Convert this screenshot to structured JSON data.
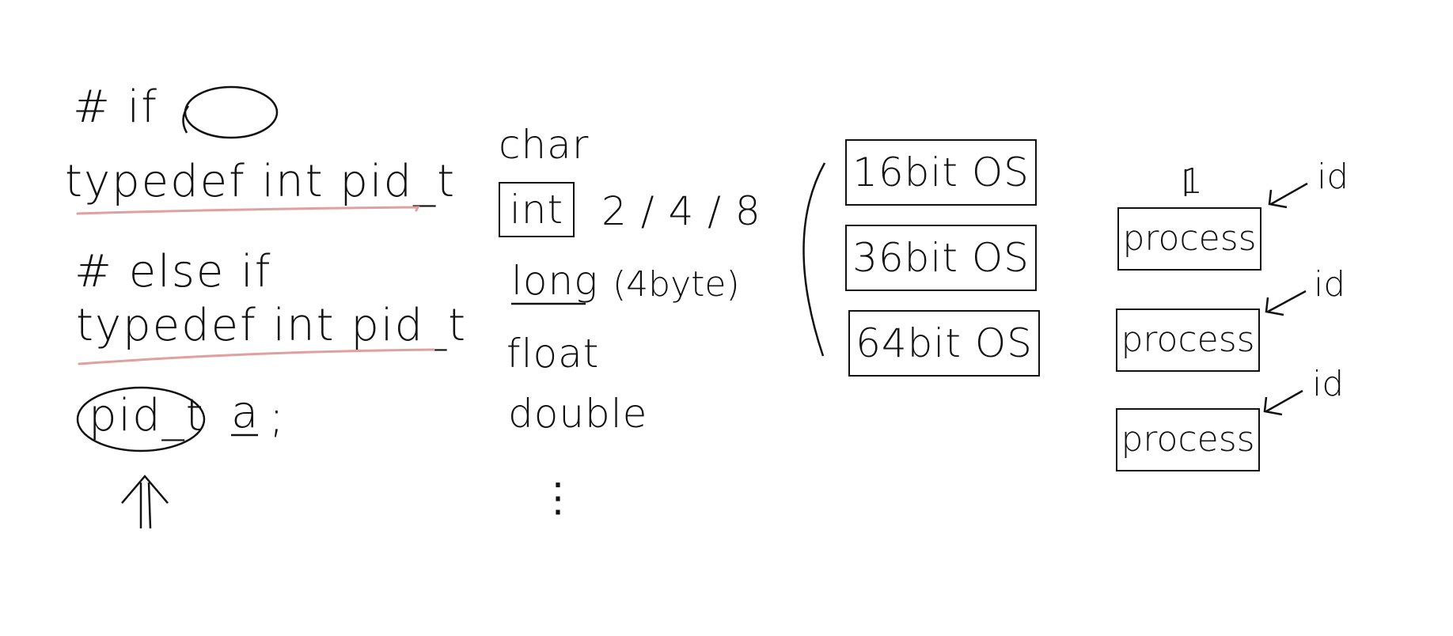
{
  "colors": {
    "ink": "#111111",
    "highlight_underline": "#e0a0a0",
    "background": "#ffffff"
  },
  "left": {
    "if_directive": "# if",
    "typedef_1": "typedef int pid_t",
    "else_if_directive": "# else if",
    "typedef_2": "typedef int pid_t",
    "pid_t_token": "pid_t",
    "variable": "a",
    "semicolon": ";",
    "arrow_icon": "double-up-arrow-icon"
  },
  "types": {
    "char": "char",
    "int": "int",
    "int_sizes": "2 / 4 / 8",
    "long": "long",
    "long_note": "(4byte)",
    "float": "float",
    "double": "double",
    "ellipsis": "⋮"
  },
  "os": {
    "items": [
      "16bit OS",
      "36bit OS",
      "64bit OS"
    ]
  },
  "processes": {
    "tick_label": "1",
    "items": [
      {
        "label": "process",
        "id": "id"
      },
      {
        "label": "process",
        "id": "id"
      },
      {
        "label": "process",
        "id": "id"
      }
    ]
  }
}
